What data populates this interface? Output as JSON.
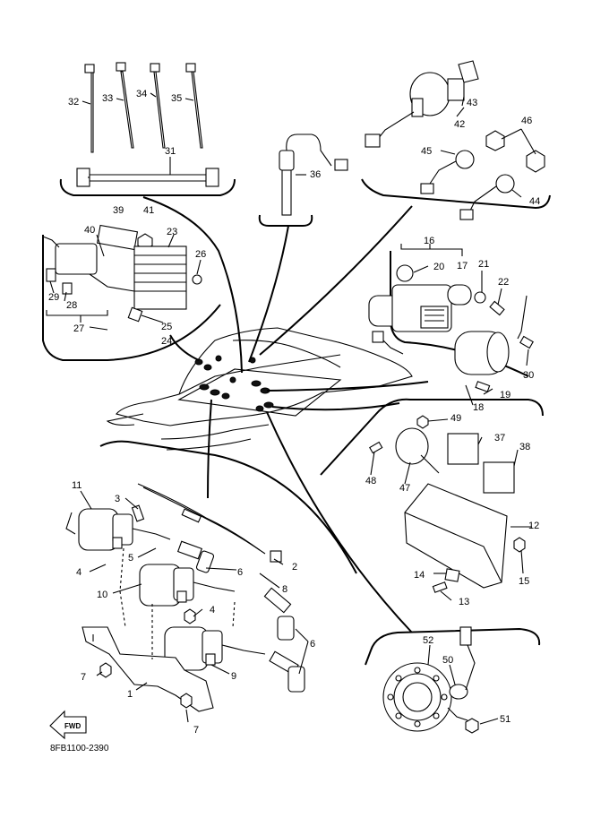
{
  "drawing_code": "8FB1100-2390",
  "fwd_marker": "FWD",
  "callouts": [
    "1",
    "2",
    "3",
    "4",
    "4",
    "5",
    "6",
    "6",
    "7",
    "7",
    "8",
    "9",
    "10",
    "11",
    "12",
    "13",
    "14",
    "15",
    "16",
    "17",
    "18",
    "19",
    "20",
    "21",
    "22",
    "23",
    "24",
    "25",
    "26",
    "27",
    "28",
    "29",
    "30",
    "31",
    "32",
    "33",
    "34",
    "35",
    "36",
    "37",
    "38",
    "39",
    "40",
    "41",
    "42",
    "43",
    "44",
    "45",
    "46",
    "47",
    "48",
    "49",
    "50",
    "51",
    "52"
  ]
}
